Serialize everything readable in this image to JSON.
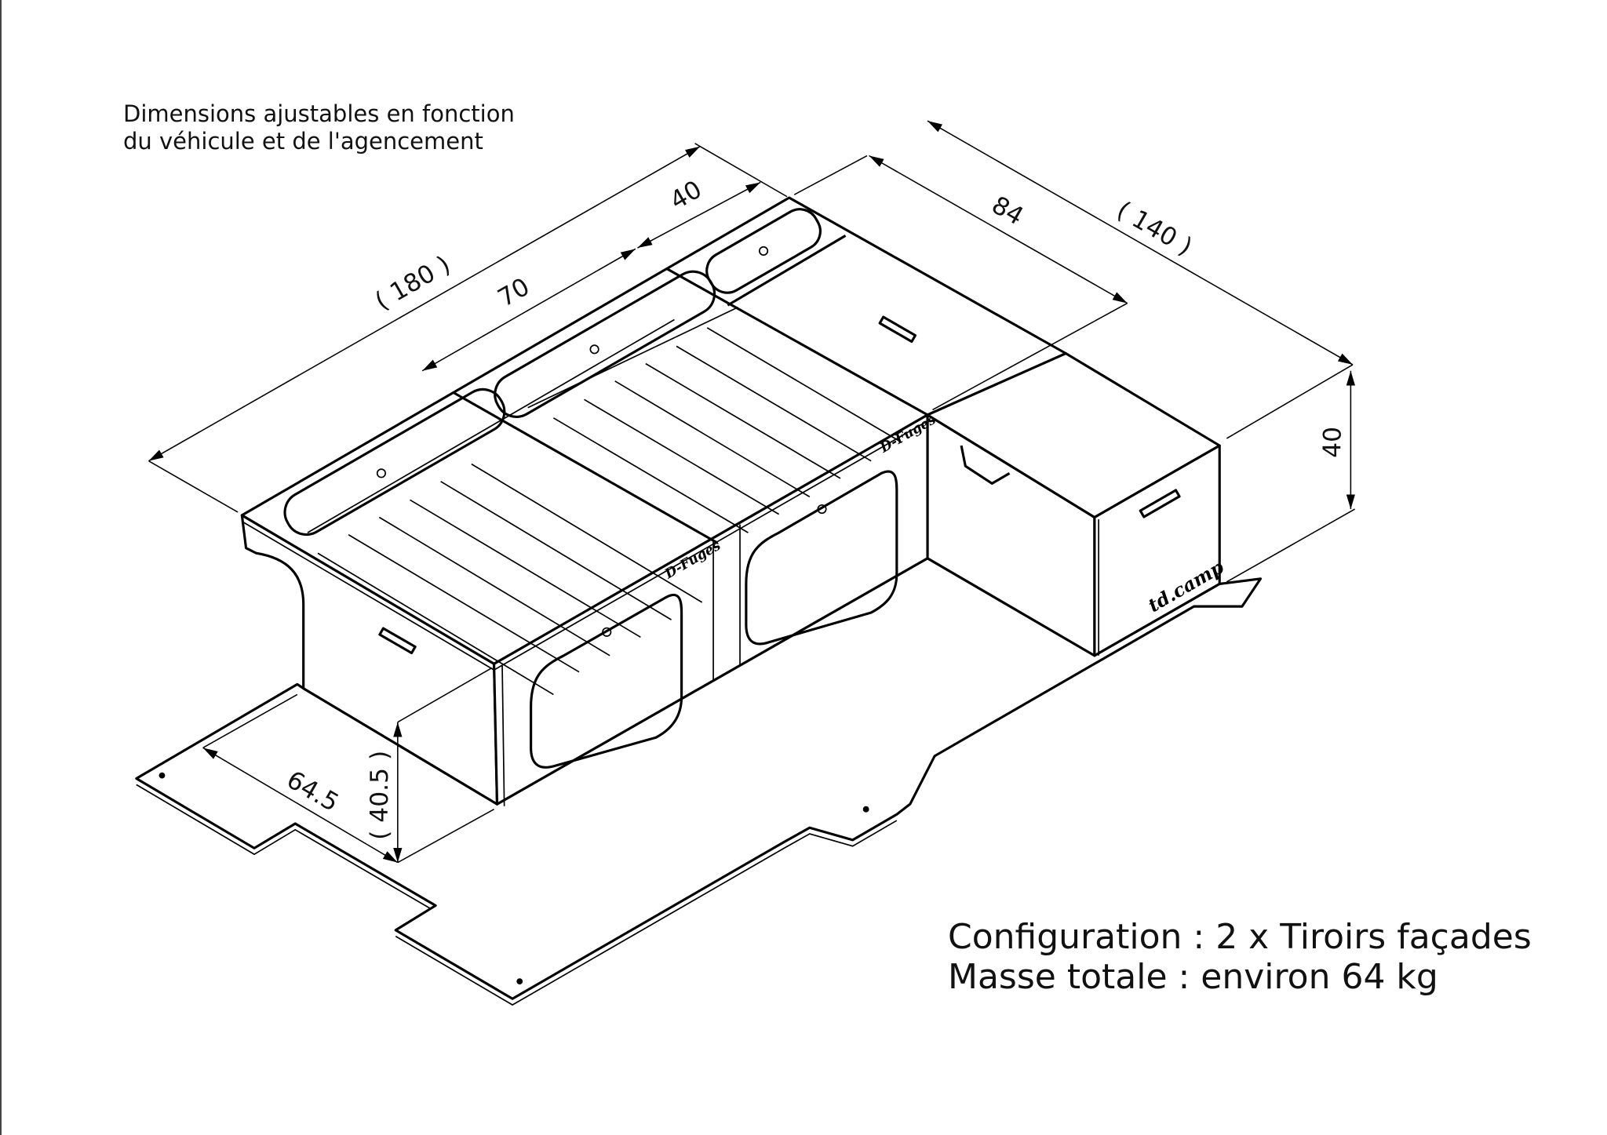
{
  "notes": {
    "top_line1": "Dimensions ajustables en fonction",
    "top_line2": "du véhicule et de l'agencement",
    "config": "Configuration : 2 x Tiroirs façades",
    "mass": "Masse totale  : environ 64 kg"
  },
  "dimensions": {
    "bench_length": "( 180 )",
    "section_70": "70",
    "section_40": "40",
    "section_84": "84",
    "total_width": "( 140 )",
    "box_height": "40",
    "bench_depth": "64.5",
    "bench_height": "( 40.5 )"
  },
  "logos": {
    "box_logo": "td.camp",
    "panel_logo": "D-Fuges"
  }
}
